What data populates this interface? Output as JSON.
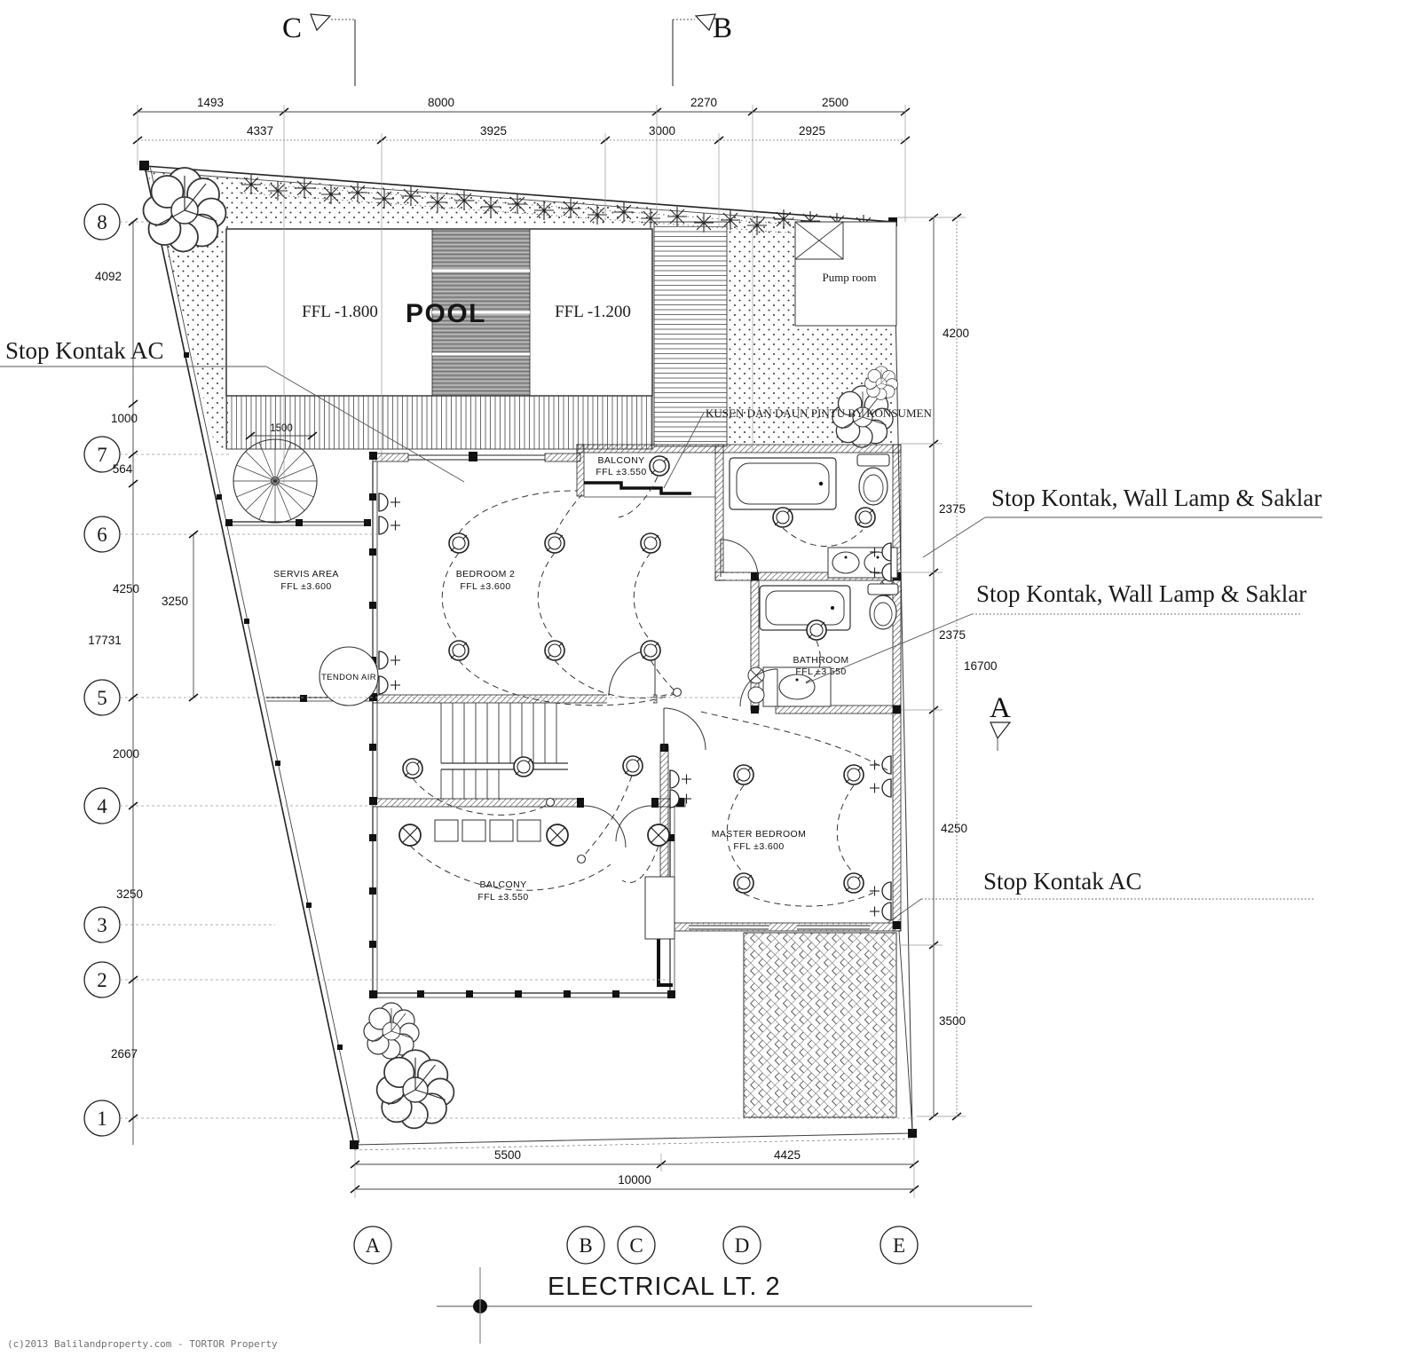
{
  "page": {
    "title": "ELECTRICAL LT. 2",
    "copyright": "(c)2013  Balilandproperty.com - TORTOR Property"
  },
  "annotations": {
    "stop_kontak_ac_left": "Stop Kontak AC",
    "stop_kontak_wall_lamp_1": "Stop Kontak, Wall Lamp & Saklar",
    "stop_kontak_wall_lamp_2": "Stop Kontak, Wall Lamp & Saklar",
    "stop_kontak_ac_right": "Stop Kontak AC",
    "kusen_note": "KUSEN DAN DAUN PINTU BY KONSUMEN"
  },
  "rooms": {
    "pool": {
      "ffl_left": "FFL -1.800",
      "name": "POOL",
      "ffl_right": "FFL -1.200"
    },
    "pump_room": "Pump room",
    "balcony_top": {
      "name": "BALCONY",
      "ffl": "FFL ±3.550"
    },
    "bedroom2": {
      "name": "BEDROOM 2",
      "ffl": "FFL ±3.600"
    },
    "servis": {
      "name": "SERVIS AREA",
      "ffl": "FFL ±3.600"
    },
    "tendon_air": "TENDON AIR",
    "bathroom": {
      "name": "BATHROOM",
      "ffl": "FFL ±3.550"
    },
    "master_bedroom": {
      "name": "MASTER BEDROOM",
      "ffl": "FFL ±3.600"
    },
    "balcony_bottom": {
      "name": "BALCONY",
      "ffl": "FFL ±3.550"
    }
  },
  "grid": {
    "rows": [
      "8",
      "7",
      "6",
      "5",
      "4",
      "3",
      "2",
      "1"
    ],
    "cols": [
      "A",
      "B",
      "C",
      "D",
      "E"
    ],
    "sections": {
      "a": "A",
      "b": "B",
      "c": "C"
    }
  },
  "dims": {
    "top1": [
      "1493",
      "8000",
      "2270",
      "2500"
    ],
    "top2": [
      "4337",
      "3925",
      "3000",
      "2925"
    ],
    "left": [
      "4092",
      "1000",
      "564",
      "4250",
      "17731",
      "2000",
      "3250",
      "2667"
    ],
    "inner": {
      "servis": "3250",
      "stair": "1500"
    },
    "right": [
      "4200",
      "2375",
      "2375",
      "16700",
      "4250",
      "3500"
    ],
    "bottom": [
      "5500",
      "4425",
      "10000"
    ]
  }
}
